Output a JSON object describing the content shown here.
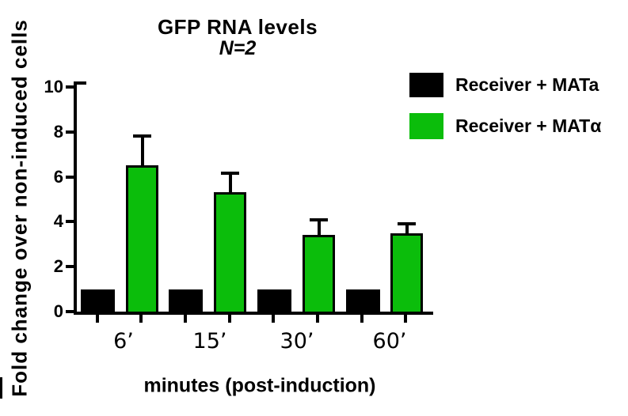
{
  "figure": {
    "title": "GFP RNA levels",
    "subtitle": "N=2",
    "background_color": "#ffffff",
    "axis_color": "#000000"
  },
  "chart_data": {
    "type": "bar",
    "title": "GFP RNA levels",
    "subtitle": "N=2",
    "xlabel": "minutes (post-induction)",
    "ylabel": "Fold change over non-induced cells",
    "categories": [
      "6’",
      "15’",
      "30’",
      "60’"
    ],
    "yticks": [
      0,
      2,
      4,
      6,
      8,
      10
    ],
    "ylim": [
      0,
      10
    ],
    "grid": false,
    "legend_position": "top-right",
    "error_bars": "plus-only",
    "series": [
      {
        "name": "Receiver + MATa",
        "color": "#000000",
        "values": [
          1,
          1,
          1,
          1
        ],
        "error_plus": [
          0,
          0,
          0,
          0
        ]
      },
      {
        "name": "Receiver + MATα",
        "color": "#0bbd0b",
        "values": [
          6.5,
          5.3,
          3.4,
          3.5
        ],
        "error_plus": [
          1.3,
          0.85,
          0.7,
          0.4
        ]
      }
    ]
  },
  "legend": {
    "items": [
      {
        "label": "Receiver + MATa",
        "color": "#000000"
      },
      {
        "label": "Receiver + MATα",
        "color": "#0bbd0b"
      }
    ]
  }
}
